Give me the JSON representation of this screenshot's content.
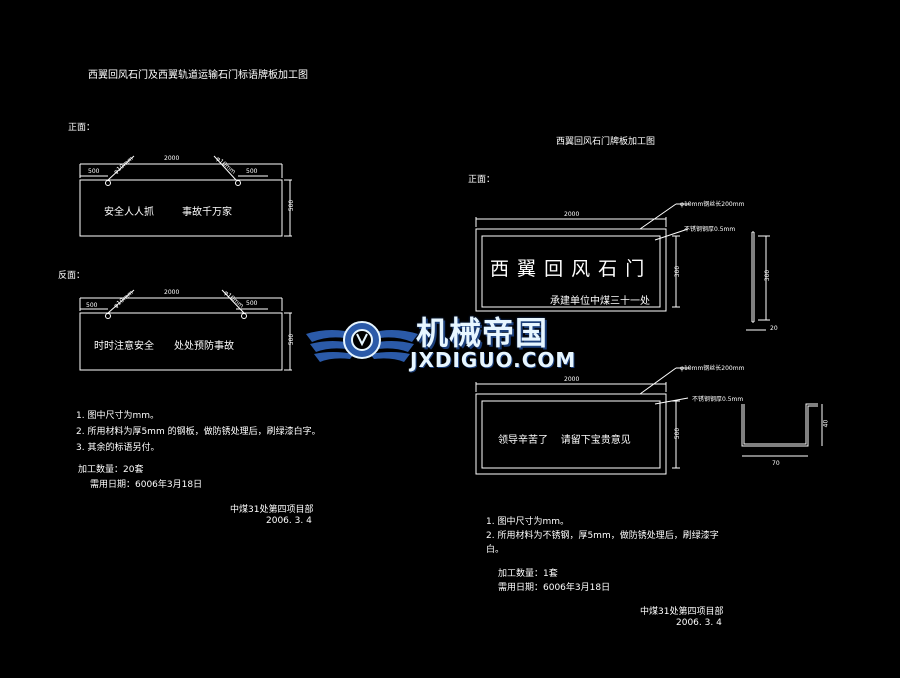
{
  "title_main": "西翼回风石门及西翼轨道运输石门标语牌板加工图",
  "left": {
    "front_label": "正面：",
    "front_sign": {
      "text1": "安全人人抓",
      "text2": "事故千万家",
      "dim_width": "2000",
      "dim_height": "500",
      "dim_left": "500",
      "dim_right": "500",
      "hole_left": "φ10mm",
      "hole_right": "φ10mm"
    },
    "back_label": "反面：",
    "back_sign": {
      "text1": "时时注意安全",
      "text2": "处处预防事故",
      "dim_width": "2000",
      "dim_height": "500",
      "dim_left": "500",
      "dim_right": "500",
      "hole_left": "φ10mm",
      "hole_right": "φ10mm"
    },
    "notes": [
      "1. 图中尺寸为mm。",
      "2. 所用材料为厚5mm 的钢板，做防锈处理后，刷绿漆白字。",
      "3. 其余的标语另付。"
    ],
    "qty": "加工数量：20套",
    "date": "需用日期：6006年3月18日",
    "sign_org": "中煤31处第四项目部",
    "sign_date": "2006. 3. 4"
  },
  "right": {
    "title": "西翼回风石门牌板加工图",
    "front_label": "正面：",
    "sign1": {
      "big_text": "西 翼 回 风 石 门",
      "sub_text": "承建单位中煤三十一处",
      "dim_width": "2000",
      "dim_height": "300",
      "note_rod": "φ10mm钢丝长200mm",
      "note_plate": "不锈钢钢厚0.5mm",
      "side_h": "300",
      "side_w": "20"
    },
    "sign2": {
      "text": "领导辛苦了    请留下宝贵意见",
      "dim_width": "2000",
      "dim_height": "500",
      "note_rod": "φ10mm钢丝长200mm",
      "note_plate": "不锈钢钢厚0.5mm",
      "bracket_h": "40",
      "bracket_w": "70"
    },
    "notes": [
      "1. 图中尺寸为mm。",
      "2. 所用材料为不锈钢，厚5mm，做防锈处理后，刷绿漆字",
      "白。"
    ],
    "qty": "加工数量：1套",
    "date": "需用日期：6006年3月18日",
    "sign_org": "中煤31处第四项目部",
    "sign_date": "2006. 3. 4"
  },
  "watermark": {
    "cn": "机械帝国",
    "en": "JXDIGUO.COM"
  },
  "colors": {
    "background": "#000000",
    "lines": "#ffffff",
    "watermark": "#2b5aa8"
  }
}
